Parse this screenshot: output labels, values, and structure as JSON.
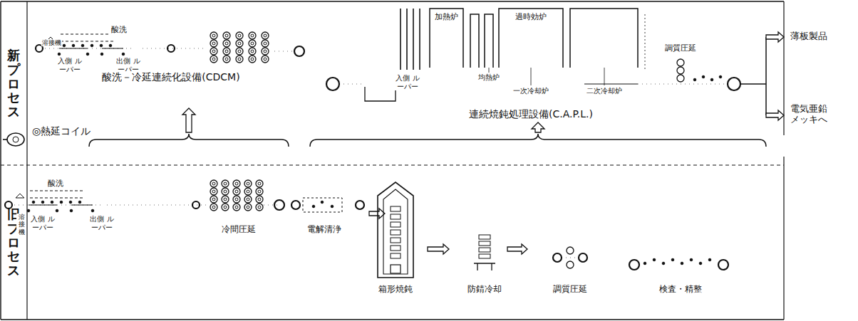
{
  "diagram": {
    "nodes": [
      {
        "text": [
          "新プロセス"
        ]
      },
      {
        "text": [
          "旧プロセス"
        ]
      }
    ],
    "labels": [
      "酸洗",
      "溶接機",
      "入側 ルーパー",
      "出側 ルーパー",
      "酸洗－冷延連続化設備(CDCM)",
      "加熱炉",
      "過時効炉",
      "均熱炉",
      "一次冷却炉",
      "二次冷却炉",
      "入側 ルーパー",
      "調質圧延",
      "連続焼鈍処理設備(C.A.P.L.)",
      "薄板製品",
      "電気亜鉛 メッキへ",
      "◎熱延コイル",
      "酸洗",
      "溶接機",
      "入側 ルーパー",
      "出側 ルーパー",
      "冷間圧延",
      "電解清浄",
      "箱形焼鈍",
      "防錆冷却",
      "調質圧延",
      "検査・精整"
    ]
  }
}
